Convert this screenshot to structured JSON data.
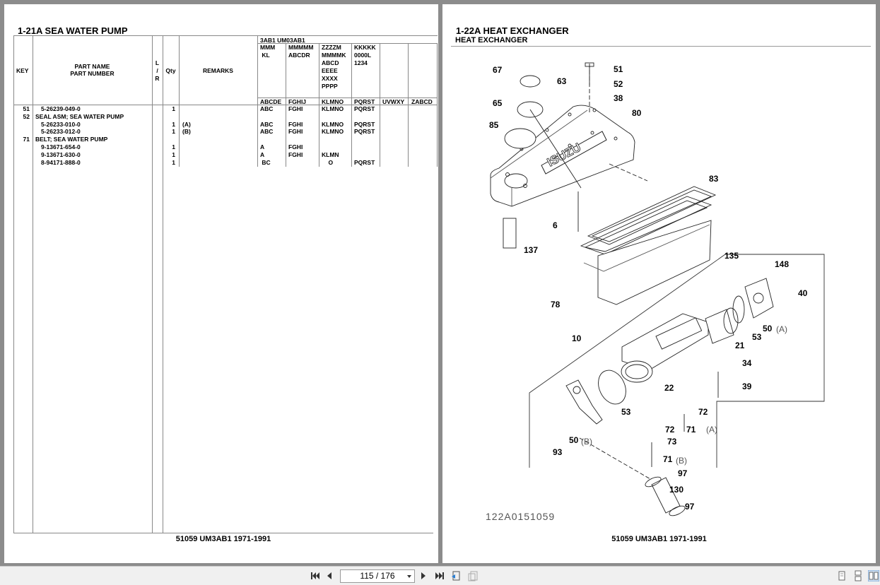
{
  "left": {
    "title": "1-21A  SEA WATER PUMP",
    "headers": {
      "key": "KEY",
      "part_name": "PART NAME",
      "part_number": "PART NUMBER",
      "lr": [
        "L",
        "/",
        "R"
      ],
      "qty": "Qty",
      "remarks": "REMARKS",
      "model_group": "3AB1   UM03AB1",
      "cols_top": [
        [
          "MMM",
          " KL"
        ],
        [
          "MMMMM",
          "ABCDR"
        ],
        [
          "ZZZZM",
          "MMMMK",
          "ABCD",
          "EEEE",
          "XXXX",
          "PPPP"
        ],
        [
          "KKKKK",
          "0000L",
          "1234"
        ]
      ],
      "cols_bottom": [
        "ABCDE",
        "FGHIJ",
        "KLMNO",
        "PQRST",
        "UVWXY",
        "ZABCD"
      ]
    },
    "rows": [
      {
        "key": "51",
        "name": "5-26239-049-0",
        "indent": true,
        "qty": "1",
        "remarks": "",
        "c": [
          "ABC",
          "FGHI",
          "KLMNO",
          "PQRST",
          "",
          ""
        ]
      },
      {
        "key": "52",
        "name": "SEAL ASM; SEA WATER PUMP",
        "indent": false,
        "qty": "",
        "remarks": "",
        "c": [
          "",
          "",
          "",
          "",
          "",
          ""
        ]
      },
      {
        "key": "",
        "name": "5-26233-010-0",
        "indent": true,
        "qty": "1",
        "remarks": "(A)",
        "c": [
          "ABC",
          "FGHI",
          "KLMNO",
          "PQRST",
          "",
          ""
        ]
      },
      {
        "key": "",
        "name": "5-26233-012-0",
        "indent": true,
        "qty": "1",
        "remarks": "(B)",
        "c": [
          "ABC",
          "FGHI",
          "KLMNO",
          "PQRST",
          "",
          ""
        ]
      },
      {
        "key": "71",
        "name": "BELT; SEA WATER PUMP",
        "indent": false,
        "qty": "",
        "remarks": "",
        "c": [
          "",
          "",
          "",
          "",
          "",
          ""
        ]
      },
      {
        "key": "",
        "name": "9-13671-654-0",
        "indent": true,
        "qty": "1",
        "remarks": "",
        "c": [
          "A",
          "FGHI",
          "",
          "",
          "",
          ""
        ]
      },
      {
        "key": "",
        "name": "9-13671-630-0",
        "indent": true,
        "qty": "1",
        "remarks": "",
        "c": [
          "A",
          "FGHI",
          "KLMN",
          "",
          "",
          ""
        ]
      },
      {
        "key": "",
        "name": "8-94171-888-0",
        "indent": true,
        "qty": "1",
        "remarks": "",
        "c": [
          " BC",
          "",
          "    O",
          "PQRST",
          "",
          ""
        ]
      }
    ],
    "footer": "51059 UM3AB1 1971-1991"
  },
  "right": {
    "title": "1-22A  HEAT EXCHANGER",
    "subtitle": "HEAT EXCHANGER",
    "drawing_id": "122A0151059",
    "footer": "51059 UM3AB1 1971-1991",
    "callouts": [
      "67",
      "63",
      "51",
      "52",
      "38",
      "65",
      "80",
      "85",
      "83",
      "6",
      "137",
      "135",
      "148",
      "40",
      "78",
      "50",
      "(A)",
      "53",
      "21",
      "10",
      "34",
      "22",
      "39",
      "53",
      "72",
      "71",
      "(A)",
      "72",
      "73",
      "50",
      "(B)",
      "93",
      "71",
      "(B)",
      "97",
      "130",
      "97"
    ],
    "cover_text": "ISUZU"
  },
  "toolbar": {
    "page_indicator": "115 / 176"
  }
}
